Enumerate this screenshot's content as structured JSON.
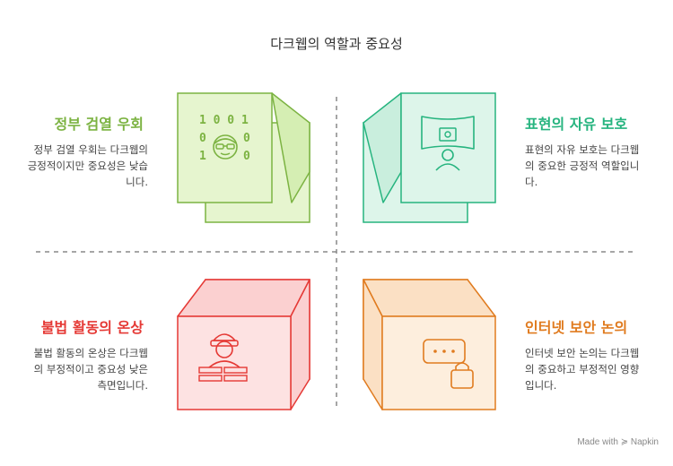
{
  "title": "다크웹의 역할과 중요성",
  "colors": {
    "green": "#7cb342",
    "green_fill": "#e6f5cf",
    "teal": "#26b47f",
    "teal_fill": "#ddf5ea",
    "red": "#e53935",
    "red_fill": "#fde2e2",
    "orange": "#e07b1f",
    "orange_fill": "#fdeedd",
    "divider": "#888888"
  },
  "quadrants": {
    "top_left": {
      "title": "정부 검열 우회",
      "desc": "정부 검열 우회는 다크웹의 긍정적이지만 중요성은 낮습니다.",
      "icon": "hacker-binary-icon",
      "binary": [
        "1 0 0 1",
        "0",
        "0",
        "1",
        "0"
      ]
    },
    "top_right": {
      "title": "표현의 자유 보호",
      "desc": "표현의 자유 보호는 다크웹의 중요한 긍정적 역할입니다.",
      "icon": "freedom-banner-person-icon"
    },
    "bottom_left": {
      "title": "불법 활동의 온상",
      "desc": "불법 활동의 온상은 다크웹의 부정적이고 중요성 낮은 측면입니다.",
      "icon": "criminal-money-icon"
    },
    "bottom_right": {
      "title": "인터넷 보안 논의",
      "desc": "인터넷 보안 논의는 다크웹의 중요하고 부정적인 영향입니다.",
      "icon": "password-lock-icon"
    }
  },
  "footer": {
    "made_with": "Made with",
    "brand": "Napkin"
  }
}
